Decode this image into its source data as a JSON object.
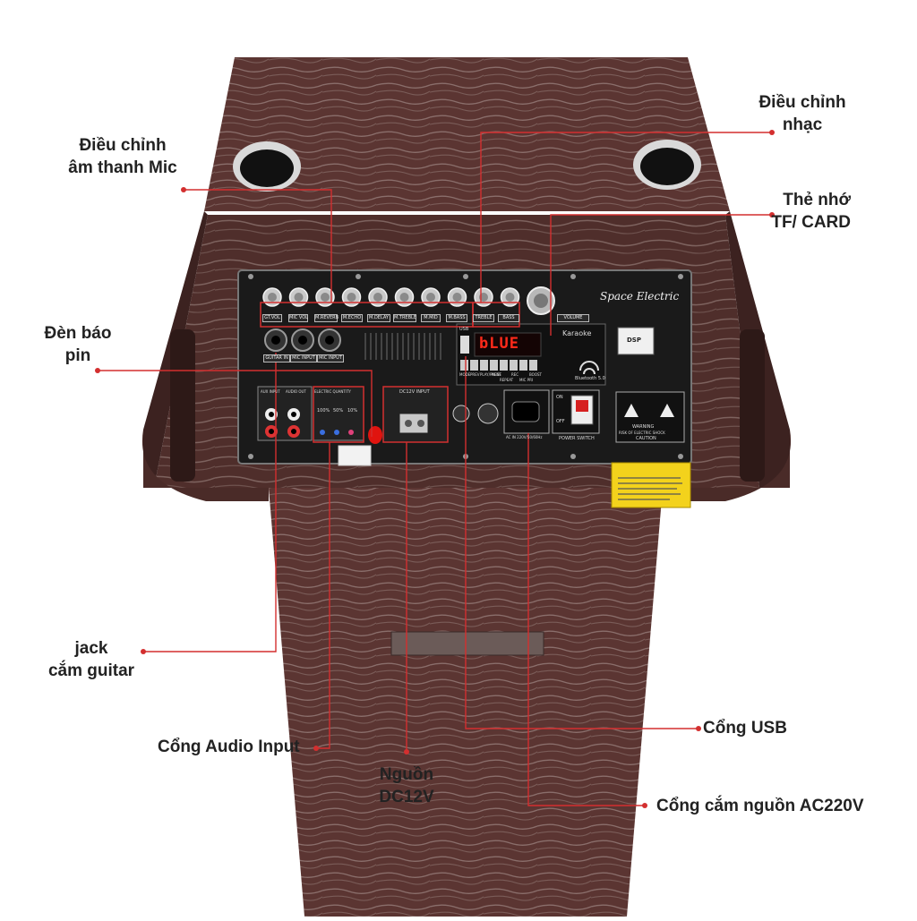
{
  "callouts": {
    "mic_adjust": [
      "Điều chỉnh",
      "âm thanh Mic"
    ],
    "music_adjust": [
      "Điều chỉnh",
      "nhạc"
    ],
    "memory_card": [
      "Thẻ nhớ",
      "TF/ CARD"
    ],
    "battery_light": [
      "Đèn báo",
      "pin"
    ],
    "guitar_jack": [
      "jack",
      "cắm guitar"
    ],
    "audio_input": "Cổng Audio Input",
    "dc12v": [
      "Nguồn",
      "DC12V"
    ],
    "usb": "Cổng USB",
    "ac220v": "Cổng cắm nguồn AC220V"
  },
  "panel": {
    "brand": "Space Electric",
    "knobs": [
      "GT.VOL",
      "MIC VOL",
      "M.REVERB",
      "M.ECHO",
      "M.DELAY",
      "M.TREBLE",
      "M.MID",
      "M.BASS",
      "TREBLE",
      "BASS"
    ],
    "volume_label": "VOLUME",
    "jacks": [
      "GUITAR IN",
      "MIC INPUT",
      "MIC INPUT"
    ],
    "display_text": "bLUE",
    "karaoke": "Karaoke",
    "dsp": "DSP",
    "usb_label": "USB",
    "buttons": [
      "MODE",
      "PREV",
      "PLAY/PAUSE",
      "NEXT",
      "REPEAT",
      "REC",
      "MIC PRI",
      "BOOST"
    ],
    "bluetooth": "Bluetooth 5.0",
    "audio_input": "AUX INPUT",
    "audio_output": "AUDIO OUT",
    "electric_quantity": "ELECTRIC QUANTITY",
    "levels": [
      "100%",
      "50%",
      "10%"
    ],
    "dc_input": "DC12V INPUT",
    "ac_input": "AC IN 220V/50/60Hz",
    "power_switch": "POWER SWITCH",
    "on": "ON",
    "off": "OFF",
    "warning": [
      "WARNING",
      "RISK OF ELECTRIC SHOCK",
      "CAUTION"
    ]
  },
  "colors": {
    "accent": "#d32f2f",
    "wood": "#5a3430",
    "panel": "#1c1c1c",
    "display": "#ff2a1a"
  }
}
